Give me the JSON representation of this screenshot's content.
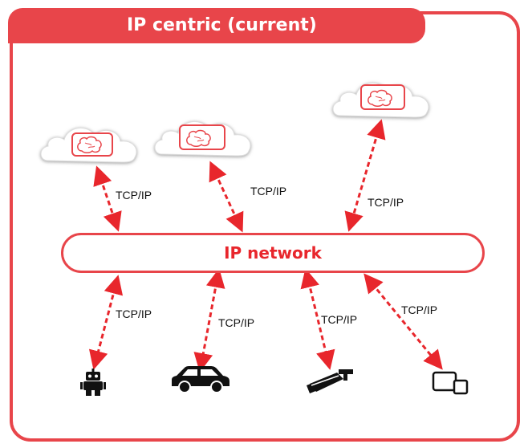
{
  "title": "IP centric (current)",
  "network_label": "IP network",
  "protocol_labels": [
    "TCP/IP",
    "TCP/IP",
    "TCP/IP",
    "TCP/IP",
    "TCP/IP",
    "TCP/IP",
    "TCP/IP"
  ],
  "colors": {
    "accent": "#e8454a",
    "arrow": "#e8262c",
    "text": "#111111"
  },
  "nodes": {
    "clouds": [
      "cloud-brain-icon",
      "cloud-brain-icon",
      "cloud-brain-icon"
    ],
    "devices": [
      "robot-icon",
      "car-icon",
      "security-camera-icon",
      "devices-icon"
    ]
  }
}
